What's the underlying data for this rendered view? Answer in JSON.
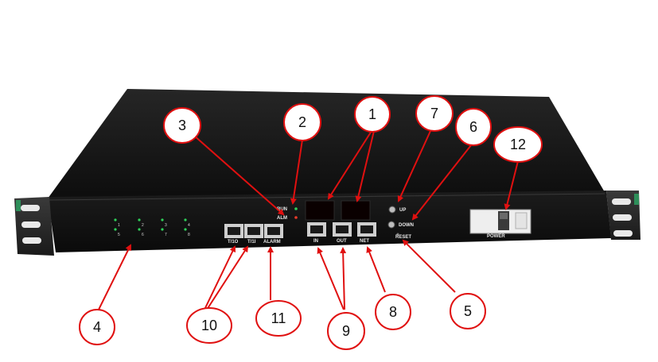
{
  "device": {
    "led_labels": {
      "run": "RUN",
      "alm": "ALM"
    },
    "port_labels": {
      "t1o": "T/1O",
      "t1i": "T/1I",
      "alarm": "ALARM",
      "in": "IN",
      "out": "OUT",
      "net": "NET"
    },
    "button_labels": {
      "up": "UP",
      "down": "DOWN",
      "reset": "RESET"
    },
    "power_label": "POWER",
    "channel_top": [
      "1",
      "2",
      "3",
      "4"
    ],
    "channel_bottom": [
      "5",
      "6",
      "7",
      "8"
    ]
  },
  "callouts": [
    "1",
    "2",
    "3",
    "4",
    "5",
    "6",
    "7",
    "8",
    "9",
    "10",
    "11",
    "12"
  ],
  "colors": {
    "callout_stroke": "#e01010",
    "arrow": "#e01010",
    "chassis": "#151515",
    "led_green": "#2fd05a",
    "led_red": "#e83a2a"
  }
}
